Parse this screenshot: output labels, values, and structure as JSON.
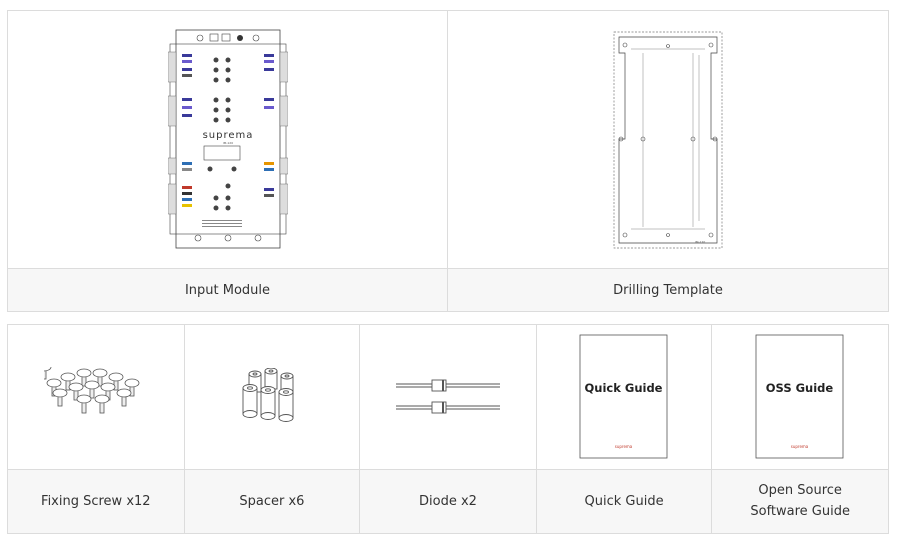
{
  "top_row": [
    {
      "caption": "Input Module",
      "image": "input-module-illustration",
      "logo": "suprema",
      "model": "IM-120"
    },
    {
      "caption": "Drilling Template",
      "image": "drilling-template-illustration",
      "model": "IM-120"
    }
  ],
  "bottom_row": [
    {
      "caption": "Fixing Screw x12",
      "image": "screws-illustration"
    },
    {
      "caption": "Spacer x6",
      "image": "spacers-illustration"
    },
    {
      "caption": "Diode x2",
      "image": "diodes-illustration"
    },
    {
      "caption": "Quick Guide",
      "image": "quick-guide-booklet",
      "booklet_title": "Quick Guide",
      "booklet_brand": "suprema"
    },
    {
      "caption": "Open Source Software Guide",
      "image": "oss-guide-booklet",
      "booklet_title": "OSS Guide",
      "booklet_brand": "suprema"
    }
  ],
  "colors": {
    "border": "#dcdcdc",
    "caption_bg": "#f7f7f7",
    "brand": "#c0392b"
  }
}
